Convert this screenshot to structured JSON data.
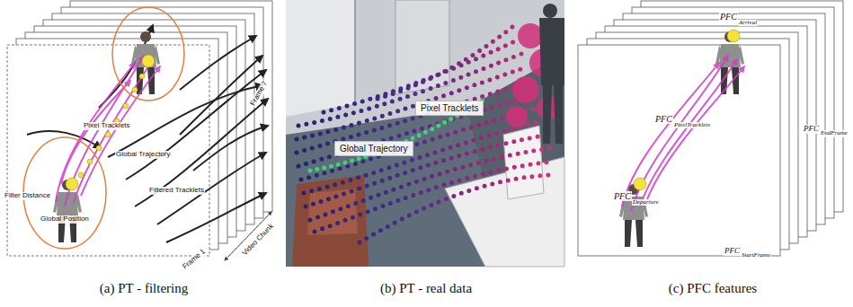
{
  "diagram": {
    "labels": [
      "Pixel Tracklets",
      "Global Trajectory",
      "Filter Distance",
      "Global Position",
      "Filtered Tracklets",
      "Video Chunk",
      "Frame 7",
      "Frame 1",
      "Pixel Tracklets",
      "Global Trajectory",
      "PFC",
      "Arrival",
      "PFC",
      "PixelTracklets",
      "PFC",
      "Departure",
      "PFC",
      "EndFrame",
      "PFC",
      "StartFrame",
      "(a) PT - filtering",
      "(b) PT - real data",
      "(c) PFC features"
    ]
  }
}
